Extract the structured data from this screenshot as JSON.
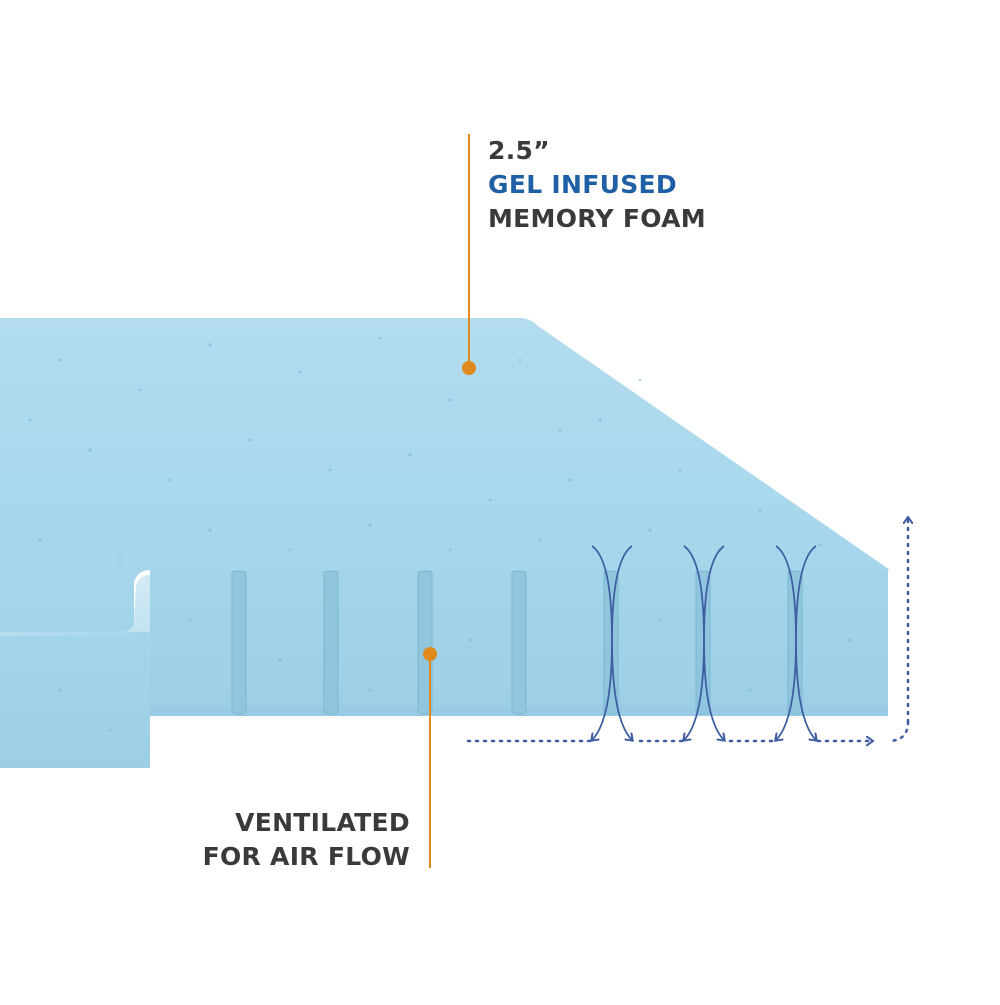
{
  "callouts": {
    "foam": {
      "line1": "2.5”",
      "line2": "GEL INFUSED",
      "line3": "MEMORY FOAM"
    },
    "ventilation": {
      "line1": "VENTILATED",
      "line2": "FOR AIR FLOW"
    }
  },
  "colors": {
    "text_dark": "#3a3a3a",
    "text_accent": "#1f5fa6",
    "leader": "#e08a1e",
    "foam_top": "#a9d8ec",
    "foam_side": "#9fd3ea",
    "foam_shadow": "#8cc3dc",
    "airflow": "#3f5fa0"
  },
  "icons": {
    "foam": "gel-memory-foam-slab",
    "airflow": "airflow-arrow-icon"
  }
}
